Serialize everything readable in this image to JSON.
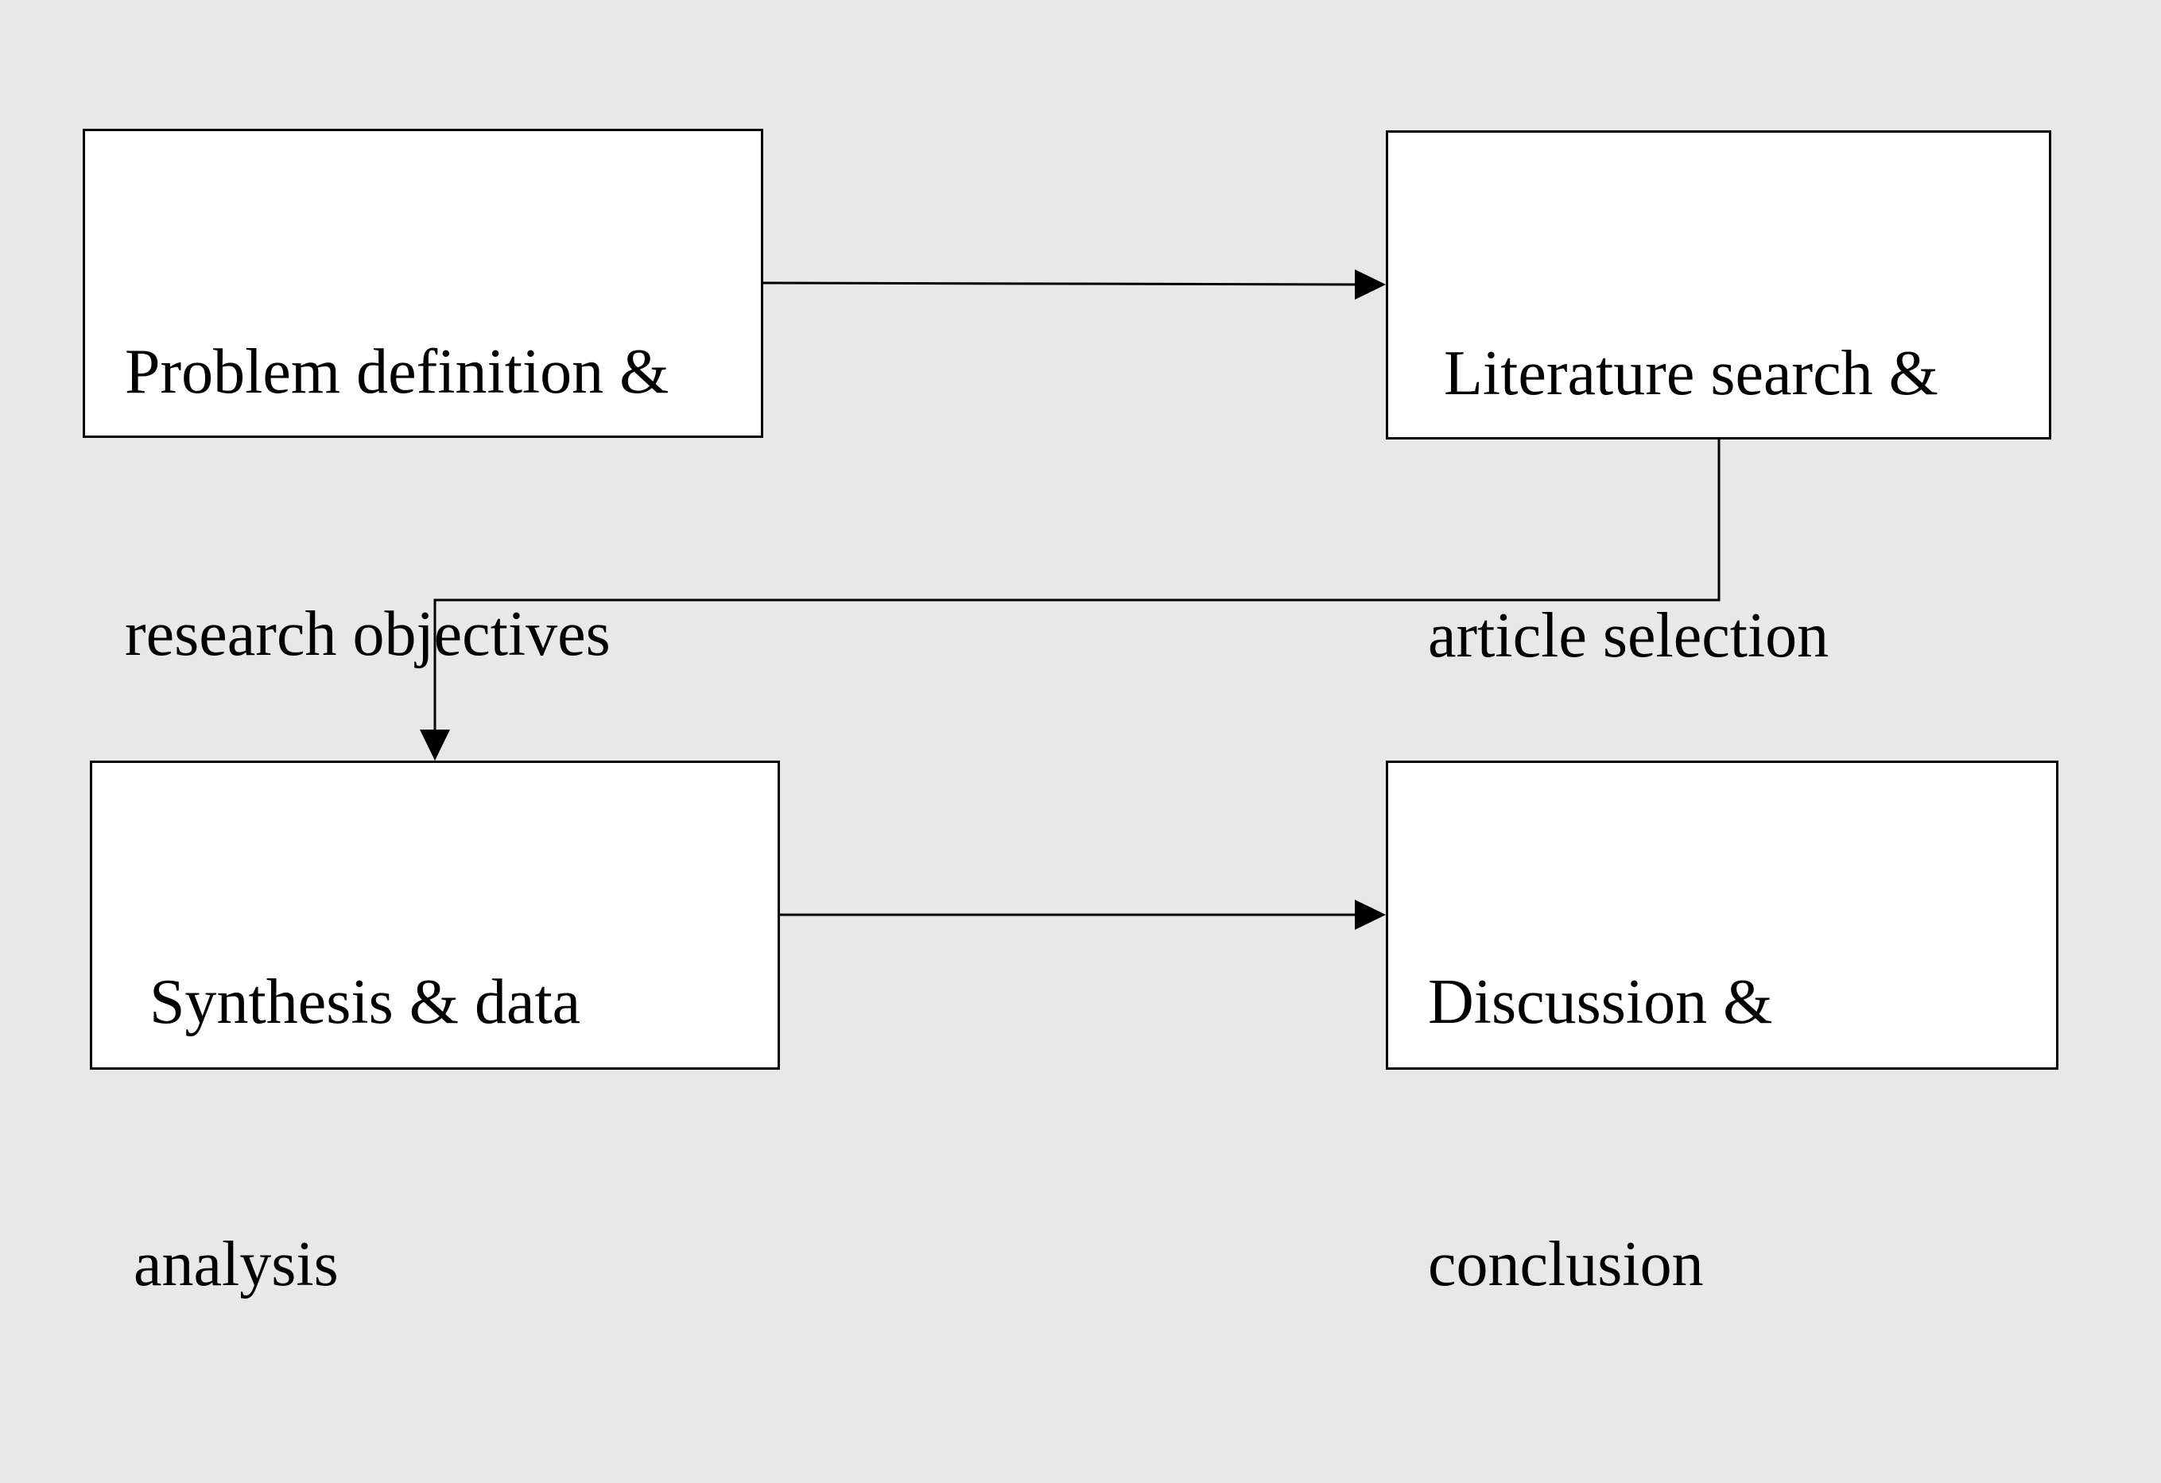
{
  "diagram": {
    "nodes": [
      {
        "id": "problem",
        "lines": [
          "Problem definition &",
          "research objectives"
        ]
      },
      {
        "id": "literature",
        "lines": [
          " Literature search &",
          "article selection"
        ]
      },
      {
        "id": "synthesis",
        "lines": [
          " Synthesis & data",
          "analysis"
        ]
      },
      {
        "id": "discussion",
        "lines": [
          "Discussion &",
          "conclusion"
        ]
      }
    ],
    "edges": [
      {
        "from": "problem",
        "to": "literature"
      },
      {
        "from": "literature",
        "to": "synthesis"
      },
      {
        "from": "synthesis",
        "to": "discussion"
      }
    ]
  }
}
